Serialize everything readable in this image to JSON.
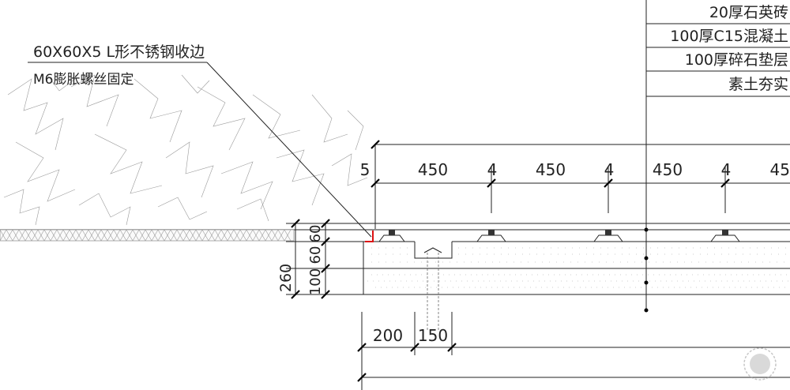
{
  "layers": {
    "items": [
      {
        "label": "20厚石英砖"
      },
      {
        "label": "100厚C15混凝土"
      },
      {
        "label": "100厚碎石垫层"
      },
      {
        "label": "素土夯实"
      }
    ]
  },
  "edge_note": {
    "line1": "60X60X5 L形不锈钢收边",
    "line2": "M6膨胀螺丝固定"
  },
  "dims_top": [
    "5",
    "450",
    "4",
    "450",
    "4",
    "450",
    "4",
    "45"
  ],
  "dims_side": {
    "total": "260",
    "d1": "60",
    "d2": "60",
    "d3": "100"
  },
  "dims_bottom": [
    "200",
    "150"
  ],
  "colors": {
    "line": "#222222",
    "accent": "#dd1111"
  }
}
